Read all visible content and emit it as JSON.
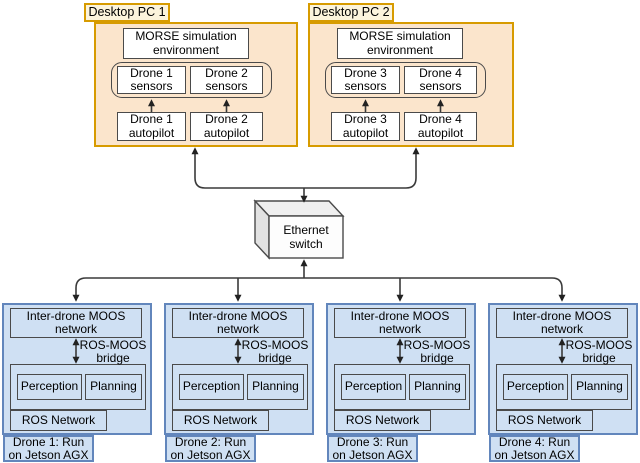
{
  "pcs": [
    {
      "title": "Desktop PC 1",
      "morse": {
        "l1": "MORSE simulation",
        "l2": "environment"
      },
      "sensors": [
        {
          "l1": "Drone 1",
          "l2": "sensors"
        },
        {
          "l1": "Drone 2",
          "l2": "sensors"
        }
      ],
      "autopilots": [
        {
          "l1": "Drone 1",
          "l2": "autopilot"
        },
        {
          "l1": "Drone 2",
          "l2": "autopilot"
        }
      ]
    },
    {
      "title": "Desktop PC 2",
      "morse": {
        "l1": "MORSE simulation",
        "l2": "environment"
      },
      "sensors": [
        {
          "l1": "Drone 3",
          "l2": "sensors"
        },
        {
          "l1": "Drone 4",
          "l2": "sensors"
        }
      ],
      "autopilots": [
        {
          "l1": "Drone 3",
          "l2": "autopilot"
        },
        {
          "l1": "Drone 4",
          "l2": "autopilot"
        }
      ]
    }
  ],
  "ethernet_switch": {
    "l1": "Ethernet",
    "l2": "switch"
  },
  "drones": [
    {
      "network": {
        "l1": "Inter-drone MOOS",
        "l2": "network"
      },
      "bridge": {
        "l1": "ROS-MOOS",
        "l2": "bridge"
      },
      "perception": "Perception",
      "planning": "Planning",
      "ros_network": "ROS Network",
      "caption": {
        "l1": "Drone 1: Run",
        "l2": "on Jetson AGX"
      }
    },
    {
      "network": {
        "l1": "Inter-drone MOOS",
        "l2": "network"
      },
      "bridge": {
        "l1": "ROS-MOOS",
        "l2": "bridge"
      },
      "perception": "Perception",
      "planning": "Planning",
      "ros_network": "ROS Network",
      "caption": {
        "l1": "Drone 2: Run",
        "l2": "on Jetson AGX"
      }
    },
    {
      "network": {
        "l1": "Inter-drone MOOS",
        "l2": "network"
      },
      "bridge": {
        "l1": "ROS-MOOS",
        "l2": "bridge"
      },
      "perception": "Perception",
      "planning": "Planning",
      "ros_network": "ROS Network",
      "caption": {
        "l1": "Drone 3: Run",
        "l2": "on Jetson AGX"
      }
    },
    {
      "network": {
        "l1": "Inter-drone MOOS",
        "l2": "network"
      },
      "bridge": {
        "l1": "ROS-MOOS",
        "l2": "bridge"
      },
      "perception": "Perception",
      "planning": "Planning",
      "ros_network": "ROS Network",
      "caption": {
        "l1": "Drone 4: Run",
        "l2": "on Jetson AGX"
      }
    }
  ],
  "colors": {
    "orange_border": "#D79B00",
    "orange_fill": "#FBE5CC",
    "tab_fill": "#FCF4DC",
    "blue_border": "#6286BC",
    "blue_fill": "#CFE0F3",
    "inner_border": "#4A4A4A",
    "arrow": "#3A3A3A"
  }
}
